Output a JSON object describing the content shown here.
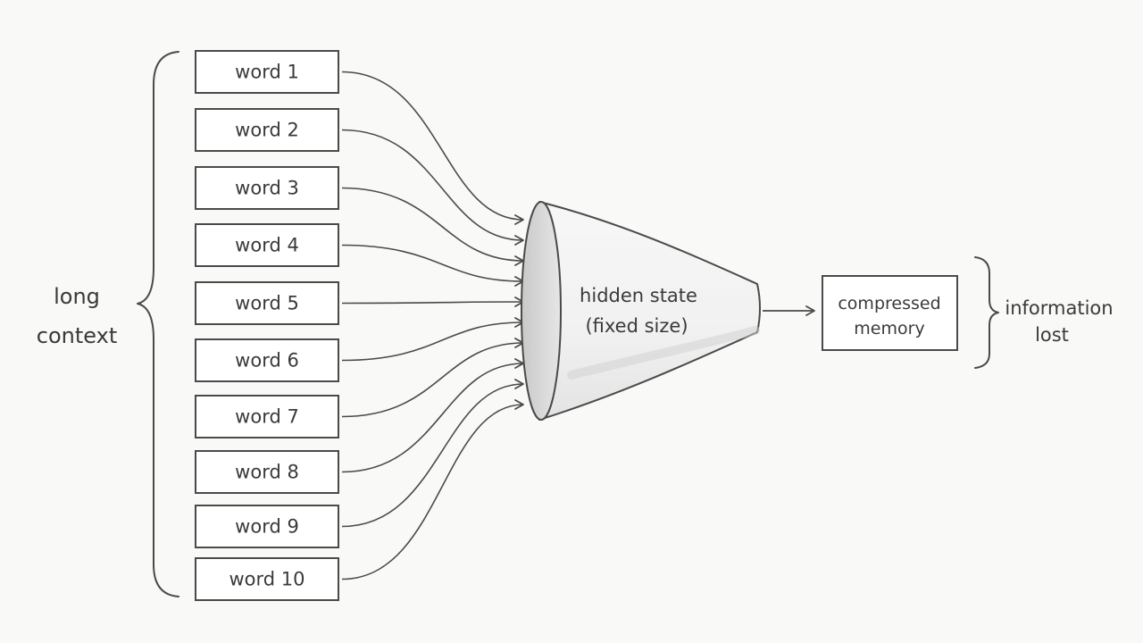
{
  "diagram": {
    "words": [
      "word 1",
      "word 2",
      "word 3",
      "word 4",
      "word 5",
      "word 6",
      "word 7",
      "word 8",
      "word 9",
      "word 10"
    ],
    "context_label": [
      "long",
      "context"
    ],
    "hidden_state_label": [
      "hidden state",
      "(fixed size)"
    ],
    "memory_label": [
      "compressed",
      "memory"
    ],
    "loss_label": [
      "information",
      "lost"
    ]
  }
}
